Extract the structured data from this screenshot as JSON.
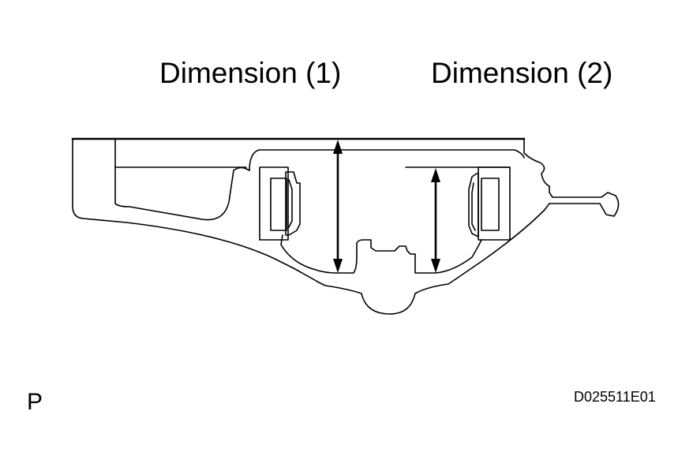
{
  "labels": {
    "dimension_1": "Dimension (1)",
    "dimension_2": "Dimension (2)",
    "corner_letter": "P",
    "figure_code": "D025511E01"
  },
  "colors": {
    "line": "#000000",
    "background": "#ffffff"
  }
}
